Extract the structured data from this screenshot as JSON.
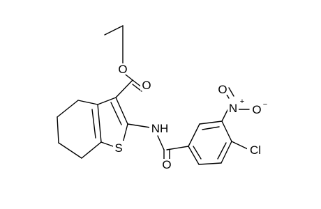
{
  "molecule": {
    "atom_labels": {
      "ester_ether_o": "O",
      "ester_carbonyl_o": "O",
      "thiophene_s": "S",
      "amide_nh": "NH",
      "amide_o": "O",
      "nitro_n": "N",
      "nitro_o_top": "O",
      "nitro_o_right": "O",
      "chlorine": "Cl"
    },
    "charges": {
      "nitro_n": "+",
      "nitro_o_right": "−"
    }
  }
}
